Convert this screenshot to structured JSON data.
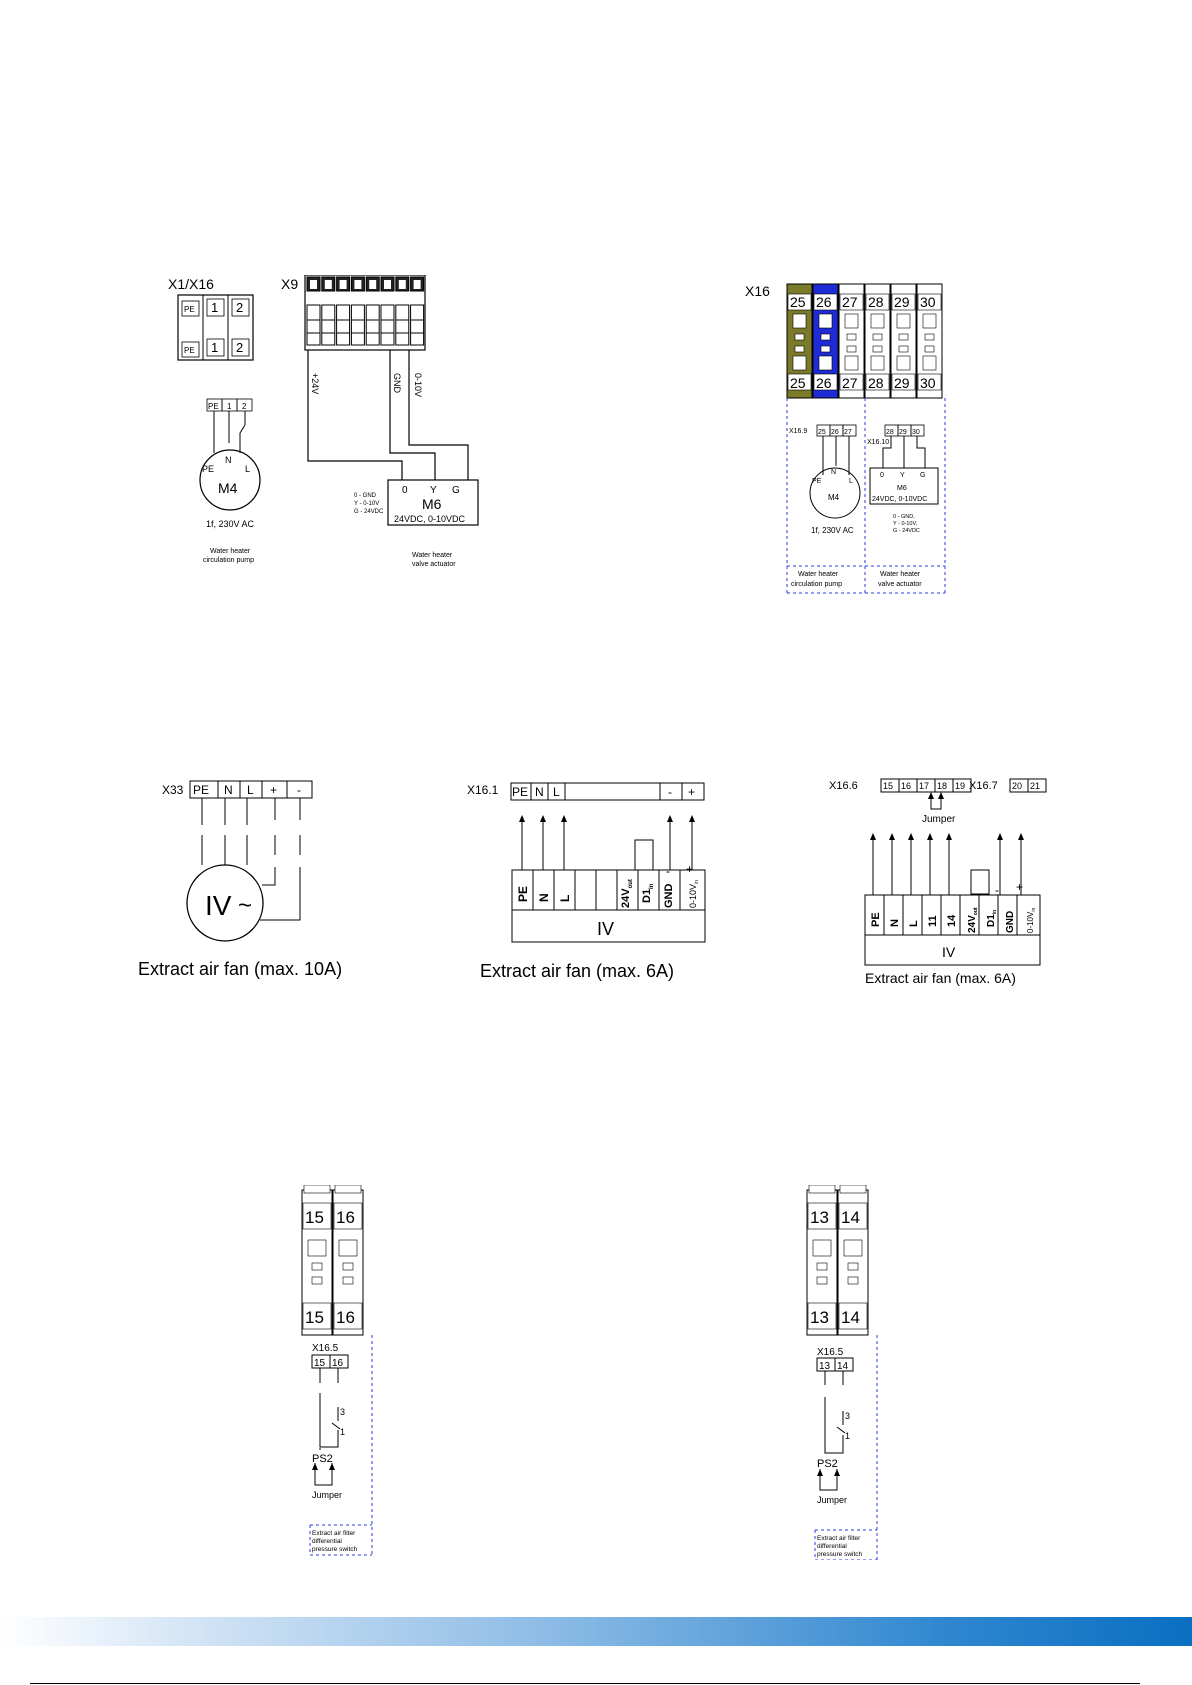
{
  "d1": {
    "x1x16": "X1/X16",
    "x9": "X9",
    "pe": "PE",
    "t1": "1",
    "t2": "2",
    "n": "N",
    "l": "L",
    "plus24v": "+24V",
    "gnd": "GND",
    "v010": "0-10V",
    "m4": "M4",
    "m4_power": "1f, 230V AC",
    "m6": "M6",
    "m6_rating": "24VDC, 0-10VDC",
    "m6_t0": "0",
    "m6_ty": "Y",
    "m6_tg": "G",
    "legend_0": "0 - GND",
    "legend_y": "Y - 0-10V",
    "legend_g": "G - 24VDC",
    "pump_caption_1": "Water heater",
    "pump_caption_2": "circulation pump",
    "valve_caption_1": "Water heater",
    "valve_caption_2": "valve actuator"
  },
  "d2": {
    "x16": "X16",
    "terminals": [
      "25",
      "26",
      "27",
      "28",
      "29",
      "30"
    ],
    "x169": "X16.9",
    "x1610": "X16.10",
    "pe": "PE",
    "n": "N",
    "l": "L",
    "m4": "M4",
    "m4_power": "1f, 230V AC",
    "m6": "M6",
    "m6_rating": "24VDC, 0-10VDC",
    "m6_t0": "0",
    "m6_ty": "Y",
    "m6_tg": "G",
    "legend_0": "0 - GND,",
    "legend_y": "Y - 0-10V,",
    "legend_g": "G - 24VDC",
    "pump_caption_1": "Water heater",
    "pump_caption_2": "circulation pump",
    "valve_caption_1": "Water heater",
    "valve_caption_2": "valve actuator",
    "colors": {
      "green": "#7a7a2a",
      "blue": "#1f2bd6",
      "dash": "#2b3be0"
    }
  },
  "d3": {
    "x33": "X33",
    "pe": "PE",
    "n": "N",
    "l": "L",
    "plus": "+",
    "minus": "-",
    "iv": "IV",
    "tilde": "~",
    "caption": "Extract air fan (max. 10A)"
  },
  "d4": {
    "x161": "X16.1",
    "pe": "PE",
    "n": "N",
    "l": "L",
    "minus": "-",
    "plus": "+",
    "v24": "24V",
    "v24_sub": "out",
    "d1": "D1",
    "d1_sub": "in",
    "gnd": "GND",
    "v010": "0-10V",
    "v010_sub": "in",
    "iv": "IV",
    "caption": "Extract air fan (max. 6A)"
  },
  "d5": {
    "x166": "X16.6",
    "x167": "X16.7",
    "terms_a": [
      "15",
      "16",
      "17",
      "18",
      "19"
    ],
    "terms_b": [
      "20",
      "21"
    ],
    "jumper": "Jumper",
    "pe": "PE",
    "n": "N",
    "l": "L",
    "t11": "11",
    "t14": "14",
    "v24": "24V",
    "v24_sub": "out",
    "d1": "D1",
    "d1_sub": "in",
    "gnd": "GND",
    "v010": "0-10V",
    "v010_sub": "in",
    "minus": "-",
    "plus": "+",
    "iv": "IV",
    "caption": "Extract air fan (max. 6A)"
  },
  "d6": {
    "t_left": "15",
    "t_right": "16",
    "x165": "X16.5",
    "pin3": "3",
    "pin1": "1",
    "ps2": "PS2",
    "jumper": "Jumper",
    "caption_1": "Extract air filter",
    "caption_2": "differential",
    "caption_3": "pressure switch"
  },
  "d7": {
    "t_left": "13",
    "t_right": "14",
    "x165": "X16.5",
    "pin3": "3",
    "pin1": "1",
    "ps2": "PS2",
    "jumper": "Jumper",
    "caption_1": "Extract air filter",
    "caption_2": "differential",
    "caption_3": "pressure switch"
  }
}
